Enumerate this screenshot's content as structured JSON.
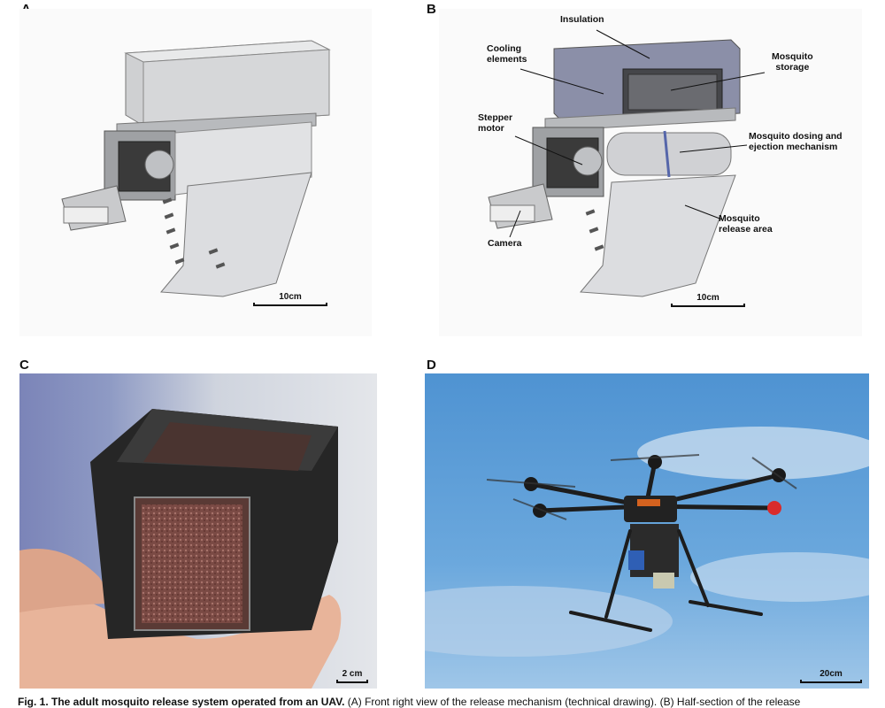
{
  "panels": {
    "a": {
      "letter": "A",
      "scale": "10cm"
    },
    "b": {
      "letter": "B",
      "scale": "10cm",
      "labels": {
        "insulation": "Insulation",
        "cooling": "Cooling\nelements",
        "storage": "Mosquito\nstorage",
        "stepper": "Stepper\nmotor",
        "dosing": "Mosquito dosing and\nejection mechanism",
        "release": "Mosquito\nrelease area",
        "camera": "Camera"
      }
    },
    "c": {
      "letter": "C",
      "scale": "2 cm"
    },
    "d": {
      "letter": "D",
      "scale": "20cm"
    }
  },
  "caption": {
    "bold": "Fig. 1. The adult mosquito release system operated from an UAV.",
    "text": " (A) Front right view of the release mechanism (technical drawing). (B) Half-section of the release"
  },
  "colors": {
    "sky": "#5f9fd6",
    "device_dark": "#2a2a2a",
    "insulation": "#8b8fa8",
    "metal": "#d9dadc"
  }
}
